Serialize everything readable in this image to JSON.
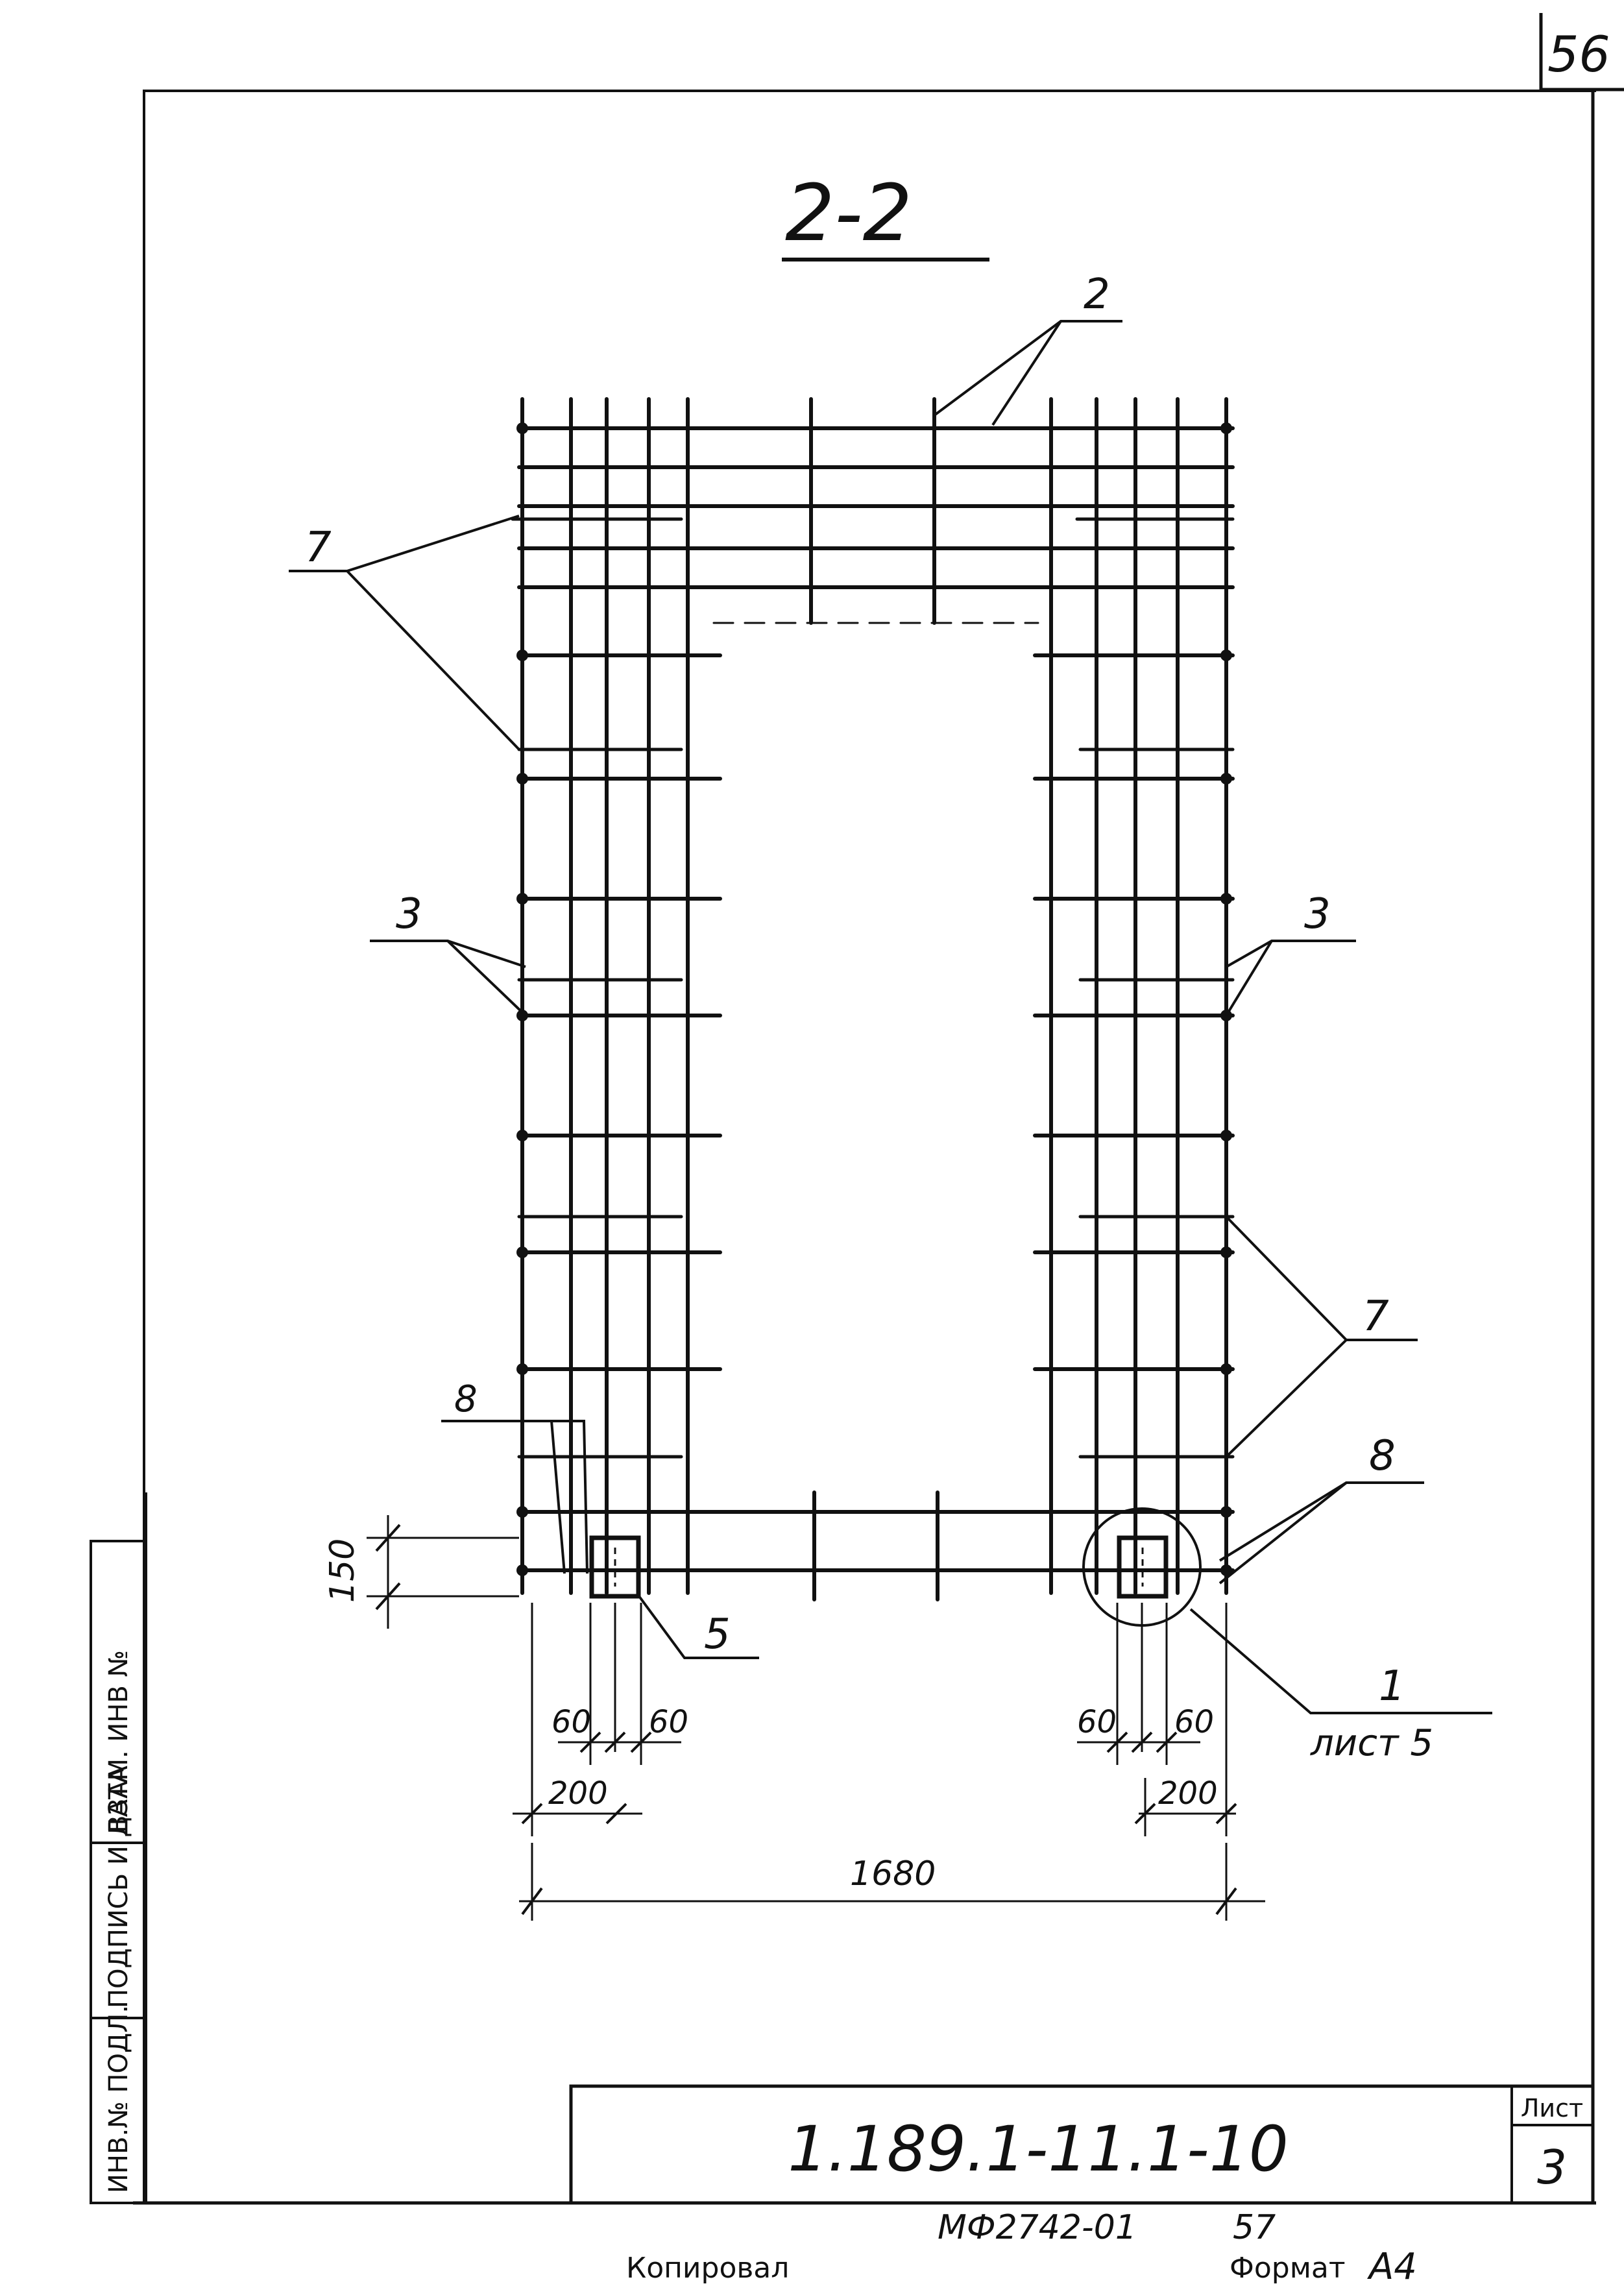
{
  "page_number": "56",
  "section_title": "2-2",
  "callouts": {
    "c2": "2",
    "c7_left": "7",
    "c3_left": "3",
    "c3_right": "3",
    "c7_right": "7",
    "c8_left": "8",
    "c8_right": "8",
    "c5": "5",
    "c1": "1",
    "c1_sheet": "лист 5"
  },
  "dimensions": {
    "d150": "150",
    "d60_l1": "60",
    "d60_l2": "60",
    "d200_l": "200",
    "d60_r1": "60",
    "d60_r2": "60",
    "d200_r": "200",
    "d1680": "1680"
  },
  "side_stamp": {
    "col1": "ИНВ.№ ПОДЛ.",
    "col2": "ПОДПИСЬ И ДАТА",
    "col3": "ВЗАМ. ИНВ №"
  },
  "title_block": {
    "designation": "1.189.1-11.1-10",
    "sheet_label": "Лист",
    "sheet_number": "3"
  },
  "footer": {
    "code": "МФ2742-01",
    "code_number": "57",
    "copied": "Копировал",
    "format_label": "Формат",
    "format_value": "А4"
  }
}
